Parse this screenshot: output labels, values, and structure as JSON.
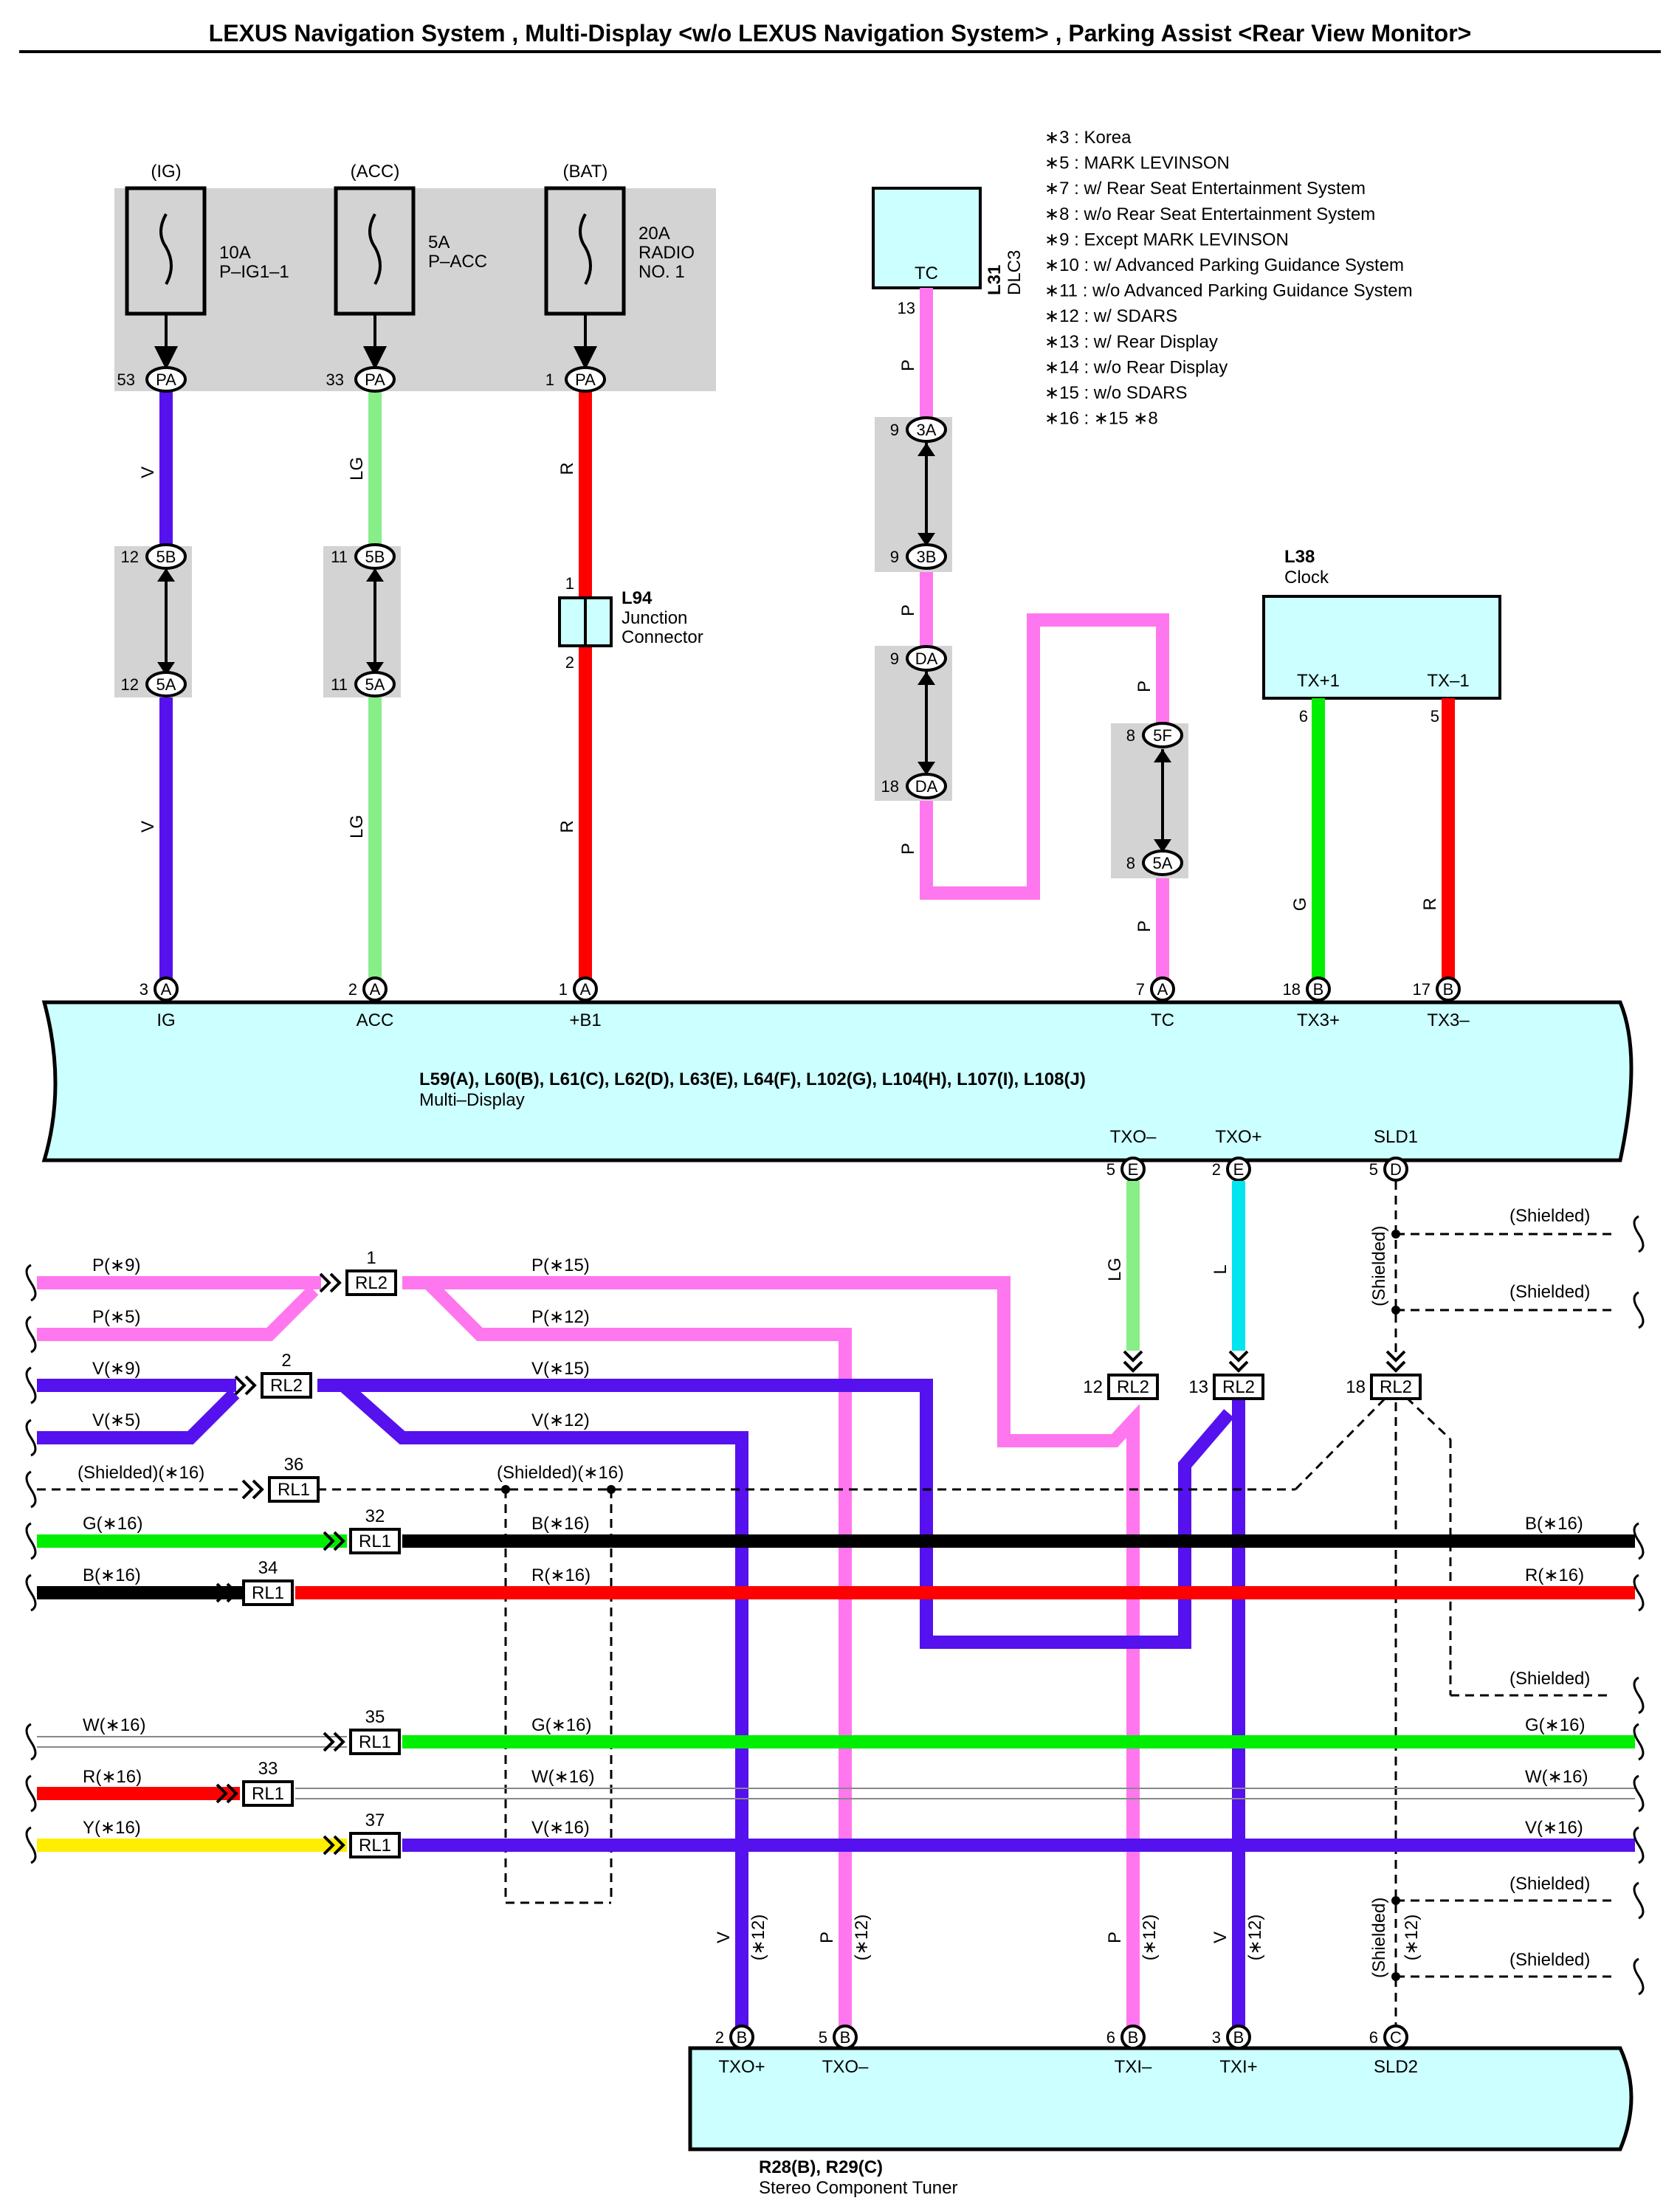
{
  "title": "LEXUS Navigation System , Multi-Display <w/o LEXUS Navigation System> , Parking Assist <Rear View Monitor>",
  "colors": {
    "V": "#5511ee",
    "LG": "#88ee88",
    "R": "#ff0000",
    "P": "#ff77ee",
    "G": "#00ee00",
    "B": "#000000",
    "L": "#00e5ee",
    "Y": "#ffee00",
    "box": "#ccffff",
    "shade": "#d3d3d3"
  },
  "notes": [
    "∗3 : Korea",
    "∗5 : MARK LEVINSON",
    "∗7 : w/ Rear Seat Entertainment System",
    "∗8 : w/o Rear Seat Entertainment System",
    "∗9 : Except MARK LEVINSON",
    "∗10 : w/ Advanced Parking Guidance System",
    "∗11 : w/o Advanced Parking Guidance System",
    "∗12 : w/ SDARS",
    "∗13 : w/ Rear Display",
    "∗14 : w/o Rear Display",
    "∗15 : w/o SDARS",
    "∗16 : ∗15 ∗8"
  ],
  "fuses": [
    {
      "source": "(IG)",
      "rating": "10A",
      "name1": "P–IG1–1",
      "name2": "",
      "pin": "53",
      "conn": "PA"
    },
    {
      "source": "(ACC)",
      "rating": "5A",
      "name1": "P–ACC",
      "name2": "",
      "pin": "33",
      "conn": "PA"
    },
    {
      "source": "(BAT)",
      "rating": "20A",
      "name1": "RADIO",
      "name2": "NO. 1",
      "pin": "1",
      "conn": "PA"
    }
  ],
  "wires": {
    "v": "V",
    "lg": "LG",
    "r": "R",
    "p": "P",
    "g": "G",
    "l": "L"
  },
  "joints": {
    "ig_top": {
      "pin": "12",
      "conn": "5B"
    },
    "ig_bot": {
      "pin": "12",
      "conn": "5A"
    },
    "acc_top": {
      "pin": "11",
      "conn": "5B"
    },
    "acc_bot": {
      "pin": "11",
      "conn": "5A"
    },
    "tc_a": {
      "pin": "9",
      "conn": "3A"
    },
    "tc_b": {
      "pin": "9",
      "conn": "3B"
    },
    "tc_c": {
      "pin": "9",
      "conn": "DA"
    },
    "tc_d": {
      "pin": "18",
      "conn": "DA"
    },
    "tc_e": {
      "pin": "8",
      "conn": "5F"
    },
    "tc_f": {
      "pin": "8",
      "conn": "5A"
    }
  },
  "l94": {
    "code": "L94",
    "name1": "Junction",
    "name2": "Connector",
    "pin_top": "1",
    "pin_bot": "2"
  },
  "dlc3": {
    "code": "L31",
    "name": "DLC3",
    "term": "TC",
    "pin": "13"
  },
  "clock": {
    "code": "L38",
    "name": "Clock",
    "t1": "TX+1",
    "t2": "TX–1",
    "p1": "6",
    "p2": "5"
  },
  "multidisplay": {
    "codes": "L59(A), L60(B), L61(C), L62(D), L63(E), L64(F), L102(G), L104(H), L107(I), L108(J)",
    "name": "Multi–Display",
    "top_pins": [
      {
        "num": "3",
        "conn": "A",
        "term": "IG"
      },
      {
        "num": "2",
        "conn": "A",
        "term": "ACC"
      },
      {
        "num": "1",
        "conn": "A",
        "term": "+B1"
      },
      {
        "num": "7",
        "conn": "A",
        "term": "TC"
      },
      {
        "num": "18",
        "conn": "B",
        "term": "TX3+"
      },
      {
        "num": "17",
        "conn": "B",
        "term": "TX3–"
      }
    ],
    "bottom_pins": [
      {
        "num": "5",
        "conn": "E",
        "term": "TXO–"
      },
      {
        "num": "2",
        "conn": "E",
        "term": "TXO+"
      },
      {
        "num": "5",
        "conn": "D",
        "term": "SLD1"
      }
    ]
  },
  "relay_labels": {
    "p9": "P(∗9)",
    "p5": "P(∗5)",
    "p15": "P(∗15)",
    "p12": "P(∗12)",
    "v9": "V(∗9)",
    "v5": "V(∗5)",
    "v15": "V(∗15)",
    "v12": "V(∗12)",
    "sh16": "(Shielded)(∗16)",
    "sh16b": "(Shielded)(∗16)",
    "g16": "G(∗16)",
    "b16a": "B(∗16)",
    "b16b": "B(∗16)",
    "b16l": "B(∗16)",
    "r16a": "R(∗16)",
    "r16b": "R(∗16)",
    "w16": "W(∗16)",
    "g16b": "G(∗16)",
    "g16c": "G(∗16)",
    "r16l": "R(∗16)",
    "w16b": "W(∗16)",
    "w16c": "W(∗16)",
    "y16": "Y(∗16)",
    "v16a": "V(∗16)",
    "v16b": "V(∗16)",
    "shielded": "(Shielded)",
    "v_r": "V",
    "p_r": "P",
    "s12": "(∗12)"
  },
  "relays": [
    {
      "num": "1",
      "name": "RL2"
    },
    {
      "num": "2",
      "name": "RL2"
    },
    {
      "num": "36",
      "name": "RL1"
    },
    {
      "num": "32",
      "name": "RL1"
    },
    {
      "num": "34",
      "name": "RL1"
    },
    {
      "num": "35",
      "name": "RL1"
    },
    {
      "num": "33",
      "name": "RL1"
    },
    {
      "num": "37",
      "name": "RL1"
    },
    {
      "num": "12",
      "name": "RL2"
    },
    {
      "num": "13",
      "name": "RL2"
    },
    {
      "num": "18",
      "name": "RL2"
    }
  ],
  "tuner": {
    "codes": "R28(B), R29(C)",
    "name": "Stereo Component Tuner",
    "pins": [
      {
        "num": "2",
        "conn": "B",
        "term": "TXO+"
      },
      {
        "num": "5",
        "conn": "B",
        "term": "TXO–"
      },
      {
        "num": "6",
        "conn": "B",
        "term": "TXI–"
      },
      {
        "num": "3",
        "conn": "B",
        "term": "TXI+"
      },
      {
        "num": "6",
        "conn": "C",
        "term": "SLD2"
      }
    ]
  }
}
